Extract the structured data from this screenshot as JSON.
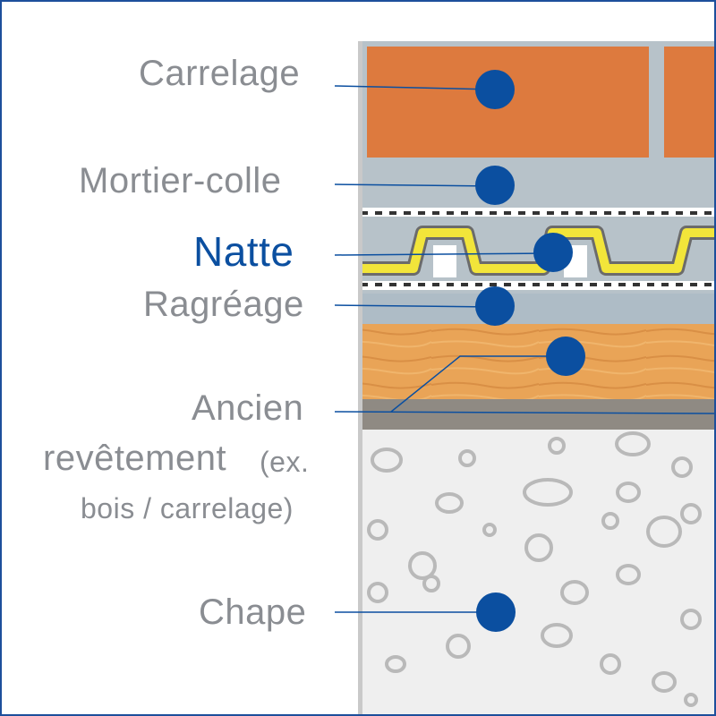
{
  "layers": [
    {
      "id": "carrelage",
      "label": "Carrelage"
    },
    {
      "id": "mortier",
      "label": "Mortier-colle"
    },
    {
      "id": "natte",
      "label": "Natte",
      "highlight": true
    },
    {
      "id": "ragreage",
      "label": "Ragréage"
    },
    {
      "id": "ancien",
      "label_line1": "Ancien",
      "label_line2": "revêtement",
      "label_note_a": "(ex.",
      "label_note_b": "bois / carrelage)"
    },
    {
      "id": "chape",
      "label": "Chape"
    }
  ],
  "colors": {
    "marker": "#0b4fa0",
    "frame": "#1d4f9b",
    "label": "#8a8d92",
    "highlight_label": "#0b4fa0",
    "tile": "#dd7a3e",
    "mortar": "#b7c2c9",
    "mat": "#f2e53a",
    "wood": "#e9a457",
    "screed": "#efefef"
  }
}
